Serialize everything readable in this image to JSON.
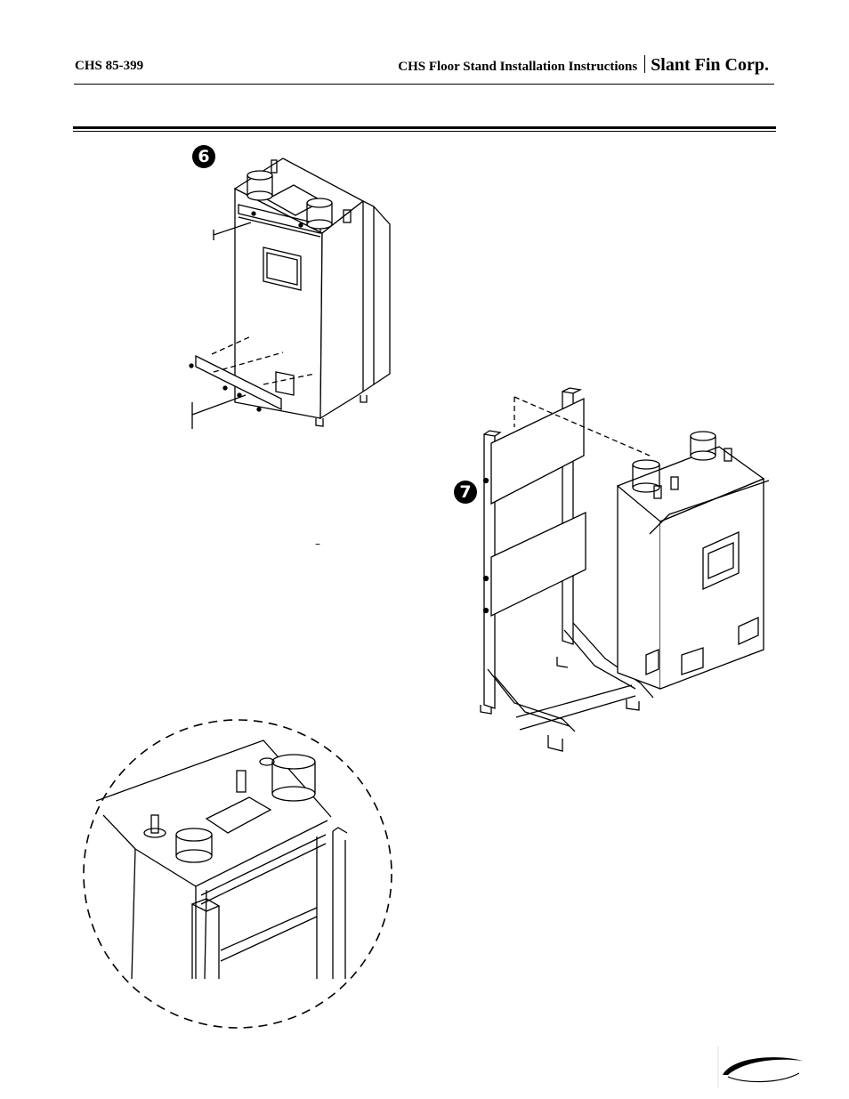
{
  "header": {
    "doc_number": "CHS 85-399",
    "title": "CHS Floor Stand Installation Instructions",
    "company": "Slant Fin Corp."
  },
  "figures": {
    "step6": {
      "number": "6"
    },
    "step7": {
      "number": "7"
    },
    "misc_dash": "–"
  },
  "footer": {
    "logo": "slant-fin-swoosh-logo"
  }
}
